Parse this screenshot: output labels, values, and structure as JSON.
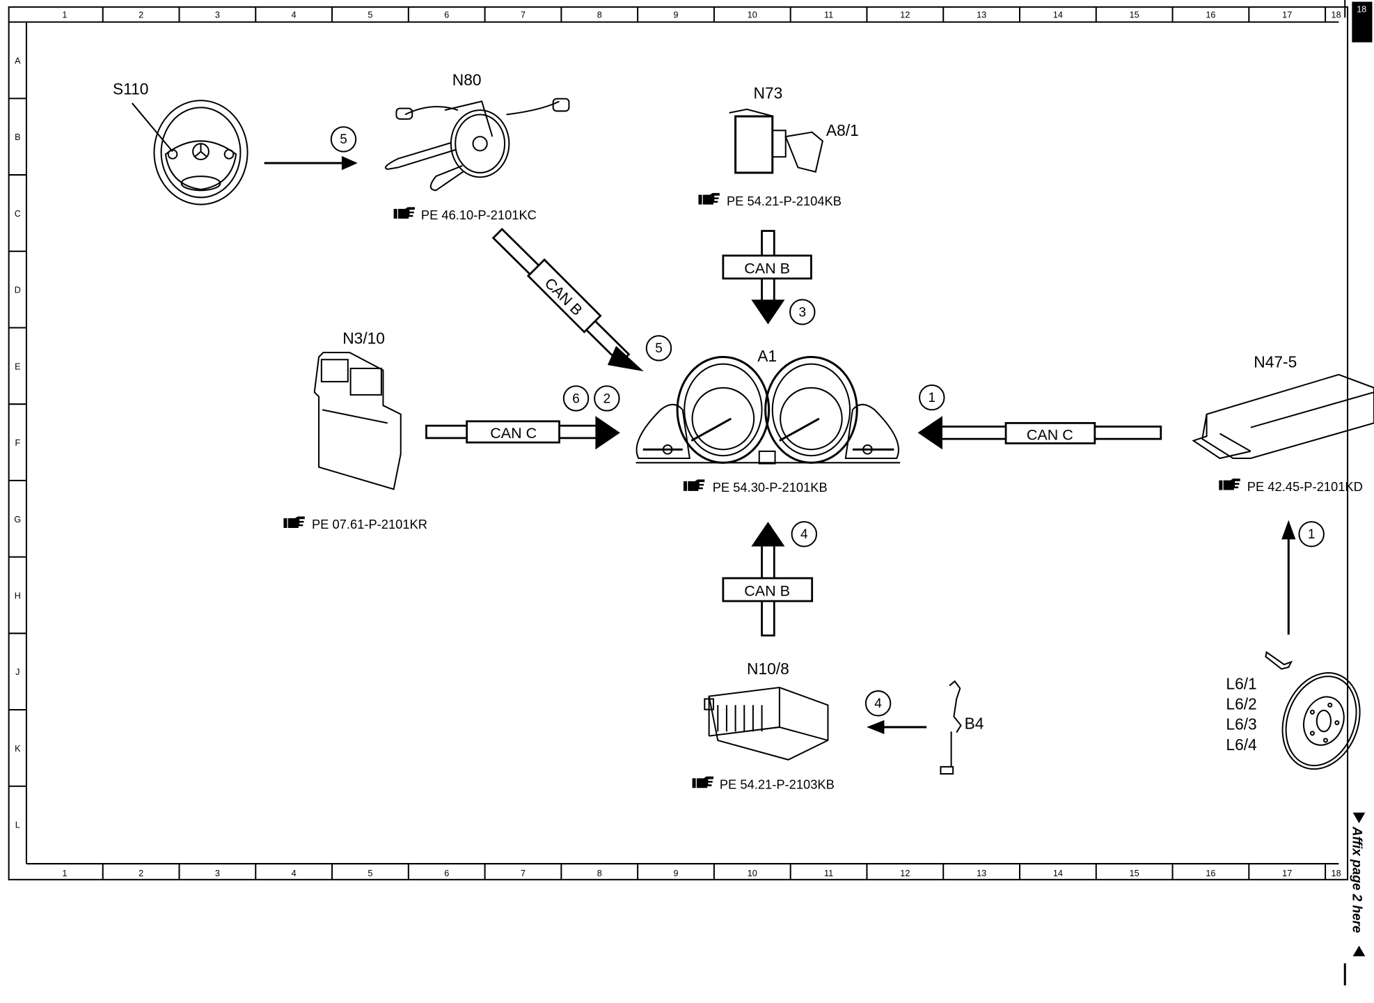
{
  "rulers": {
    "columns": [
      "1",
      "2",
      "3",
      "4",
      "5",
      "6",
      "7",
      "8",
      "9",
      "10",
      "11",
      "12",
      "13",
      "14",
      "15",
      "16",
      "17",
      "18"
    ],
    "rows": [
      "A",
      "B",
      "C",
      "D",
      "E",
      "F",
      "G",
      "H",
      "J",
      "K",
      "L"
    ]
  },
  "components": {
    "s110": {
      "label": "S110"
    },
    "n80": {
      "label": "N80",
      "ref": "PE 46.10-P-2101KC"
    },
    "n73": {
      "label": "N73",
      "sub_label": "A8/1",
      "ref": "PE 54.21-P-2104KB"
    },
    "a1": {
      "label": "A1",
      "ref": "PE 54.30-P-2101KB"
    },
    "n3_10": {
      "label": "N3/10",
      "ref": "PE 07.61-P-2101KR"
    },
    "n47_5": {
      "label": "N47-5",
      "ref": "PE 42.45-P-2101KD"
    },
    "n10_8": {
      "label": "N10/8",
      "ref": "PE 54.21-P-2103KB"
    },
    "b4": {
      "label": "B4"
    },
    "l6": {
      "labels": [
        "L6/1",
        "L6/2",
        "L6/3",
        "L6/4"
      ]
    }
  },
  "buses": {
    "n80_a1": "CAN B",
    "n73_a1": "CAN B",
    "n3_10_a1": "CAN C",
    "n47_5_a1": "CAN C",
    "n10_8_a1": "CAN B"
  },
  "steps": {
    "s110_n80": "5",
    "n80_a1": "5",
    "n73_a1": "3",
    "n3_10_a1_a": "6",
    "n3_10_a1_b": "2",
    "n47_5_a1": "1",
    "l6_n47_5": "1",
    "n10_8_a1": "4",
    "b4_n10_8": "4"
  },
  "side_note": "Affix page 2 here",
  "corner_tab": "18",
  "ref_icon": "pointing-hand-icon"
}
